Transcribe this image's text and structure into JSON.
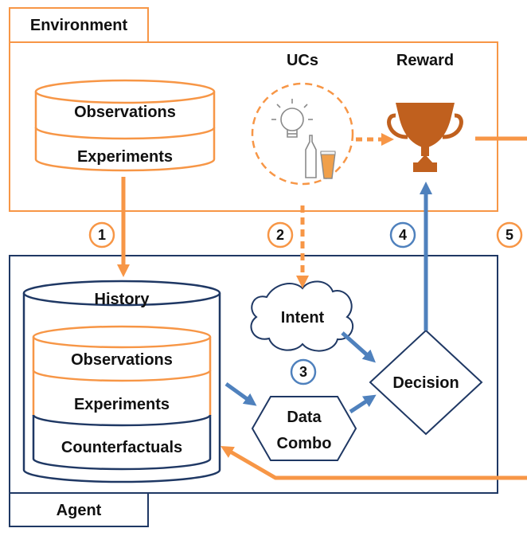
{
  "environment": {
    "title": "Environment",
    "data_store": {
      "top": "Observations",
      "bottom": "Experiments"
    },
    "ucs": {
      "label": "UCs"
    },
    "reward": {
      "label": "Reward"
    }
  },
  "agent": {
    "title": "Agent",
    "history": {
      "label": "History",
      "rows": [
        "Observations",
        "Experiments",
        "Counterfactuals"
      ]
    },
    "intent": {
      "label": "Intent"
    },
    "data_combo": {
      "line1": "Data",
      "line2": "Combo"
    },
    "decision": {
      "label": "Decision"
    }
  },
  "steps": [
    "1",
    "2",
    "3",
    "4",
    "5"
  ],
  "colors": {
    "orange": "#F79646",
    "blue": "#4F81BD",
    "dark_blue": "#1F3864",
    "trophy": "#C0601E"
  }
}
